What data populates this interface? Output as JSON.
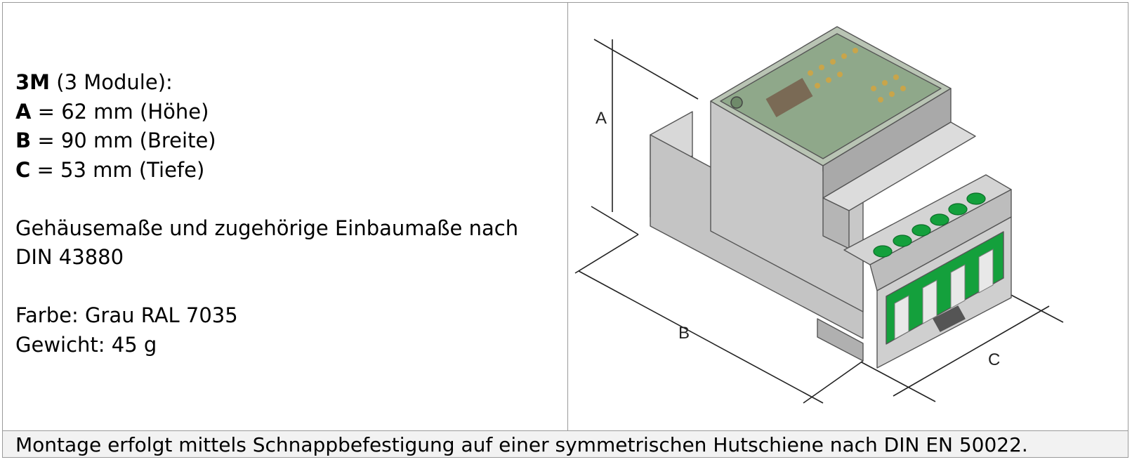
{
  "spec": {
    "module_code": "3M",
    "module_text": " (3 Module):",
    "a_label": "A",
    "a_text": " = 62 mm (Höhe)",
    "b_label": "B",
    "b_text": " = 90 mm (Breite)",
    "c_label": "C",
    "c_text": " = 53 mm (Tiefe)",
    "standard_line1": "Gehäusemaße und zugehörige Einbaumaße nach",
    "standard_line2": "DIN 43880",
    "color_line": "Farbe: Grau RAL 7035",
    "weight_line": "Gewicht: 45 g"
  },
  "drawing": {
    "dim_a": "A",
    "dim_b": "B",
    "dim_c": "C",
    "colors": {
      "housing": "#c6c6c6",
      "housing_dark": "#a9a9a9",
      "housing_light": "#dcdcdc",
      "terminal_green": "#14a03c",
      "pcb_green": "#8fa88a",
      "dimension_line": "#222222"
    }
  },
  "footer": {
    "text": "Montage erfolgt mittels Schnappbefestigung auf einer symmetrischen Hutschiene nach DIN EN 50022."
  }
}
